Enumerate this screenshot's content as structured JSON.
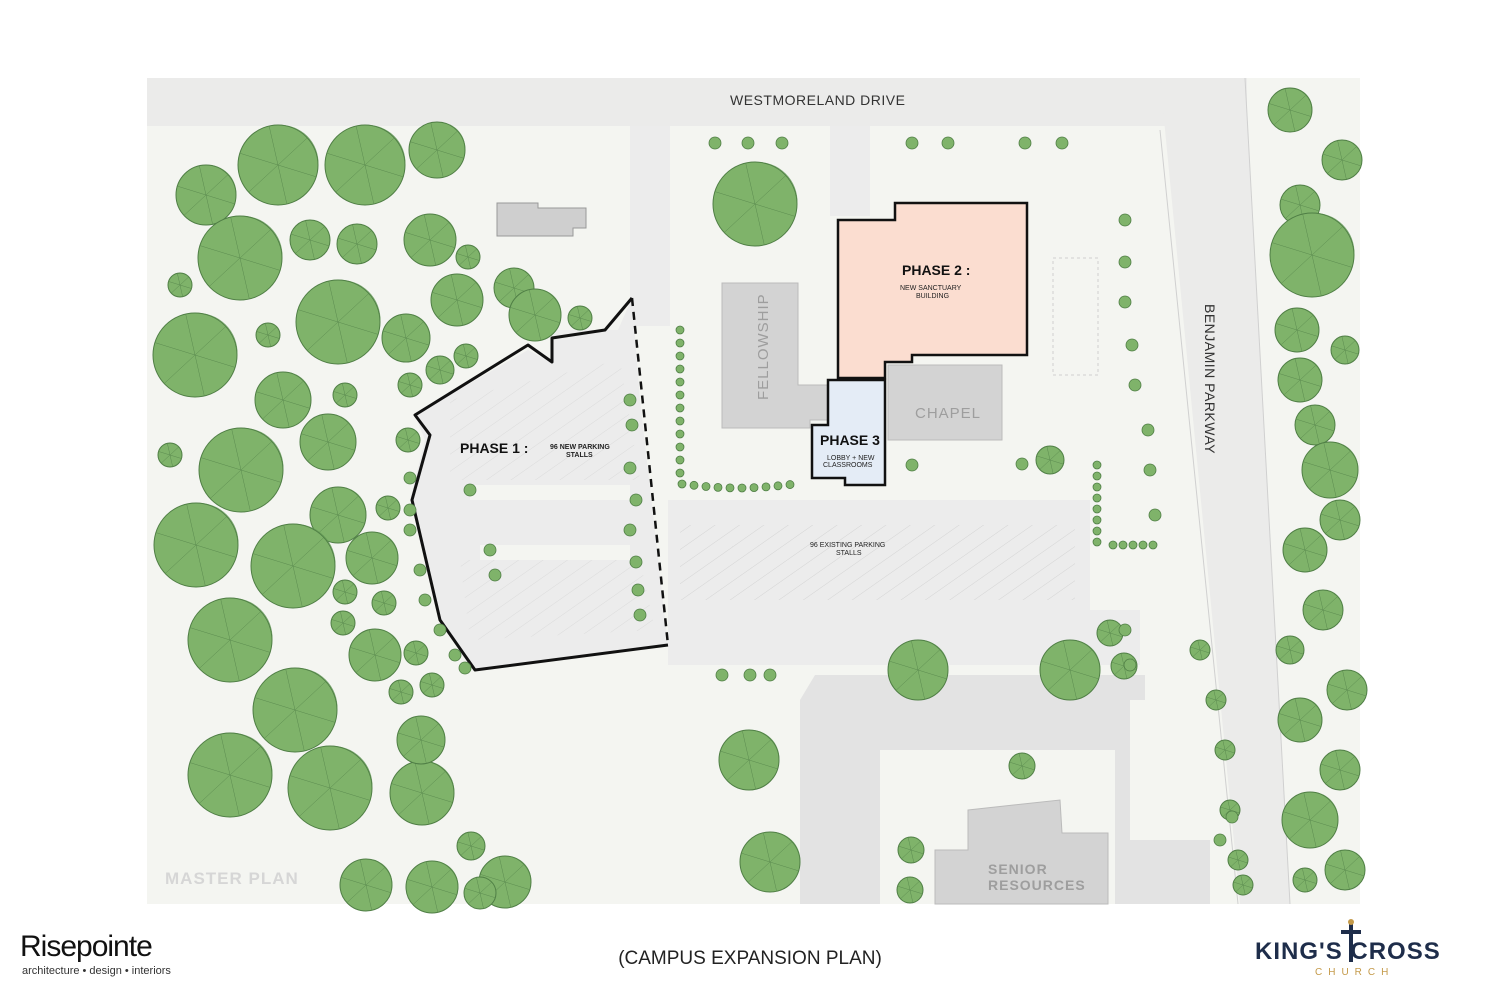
{
  "roads": {
    "north": "WESTMORELAND DRIVE",
    "east": "BENJAMIN PARKWAY"
  },
  "phases": [
    {
      "title": "PHASE 1 :",
      "subtitle_lines": [
        "96 NEW PARKING",
        "STALLS"
      ],
      "outline_color": "#111111"
    },
    {
      "title": "PHASE 2 :",
      "subtitle_lines": [
        "NEW SANCTUARY",
        "BUILDING"
      ],
      "fill": "#fbddd0"
    },
    {
      "title": "PHASE 3",
      "subtitle_lines": [
        "LOBBY + NEW",
        "CLASSROOMS"
      ],
      "fill": "#e4ecf6"
    }
  ],
  "buildings": {
    "fellowship": "FELLOWSHIP",
    "chapel": "CHAPEL",
    "senior": [
      "SENIOR",
      "RESOURCES"
    ]
  },
  "parking": {
    "existing": [
      "96 EXISTING PARKING",
      "STALLS"
    ]
  },
  "watermark": "MASTER PLAN",
  "caption": "(CAMPUS EXPANSION PLAN)",
  "branding": {
    "firm": "Risepointe",
    "firm_tagline": "architecture • design • interiors",
    "church_name": "KING'S CROSS",
    "church_sub": "CHURCH",
    "cross_icon": "cross-icon",
    "navy": "#1e2d4a",
    "gold": "#c49a4a"
  },
  "colors": {
    "tree": "#7fb36a",
    "tree_dark": "#5d9450",
    "pavement": "#ececec",
    "building": "#d3d3d3",
    "ground": "#f4f5f1"
  }
}
